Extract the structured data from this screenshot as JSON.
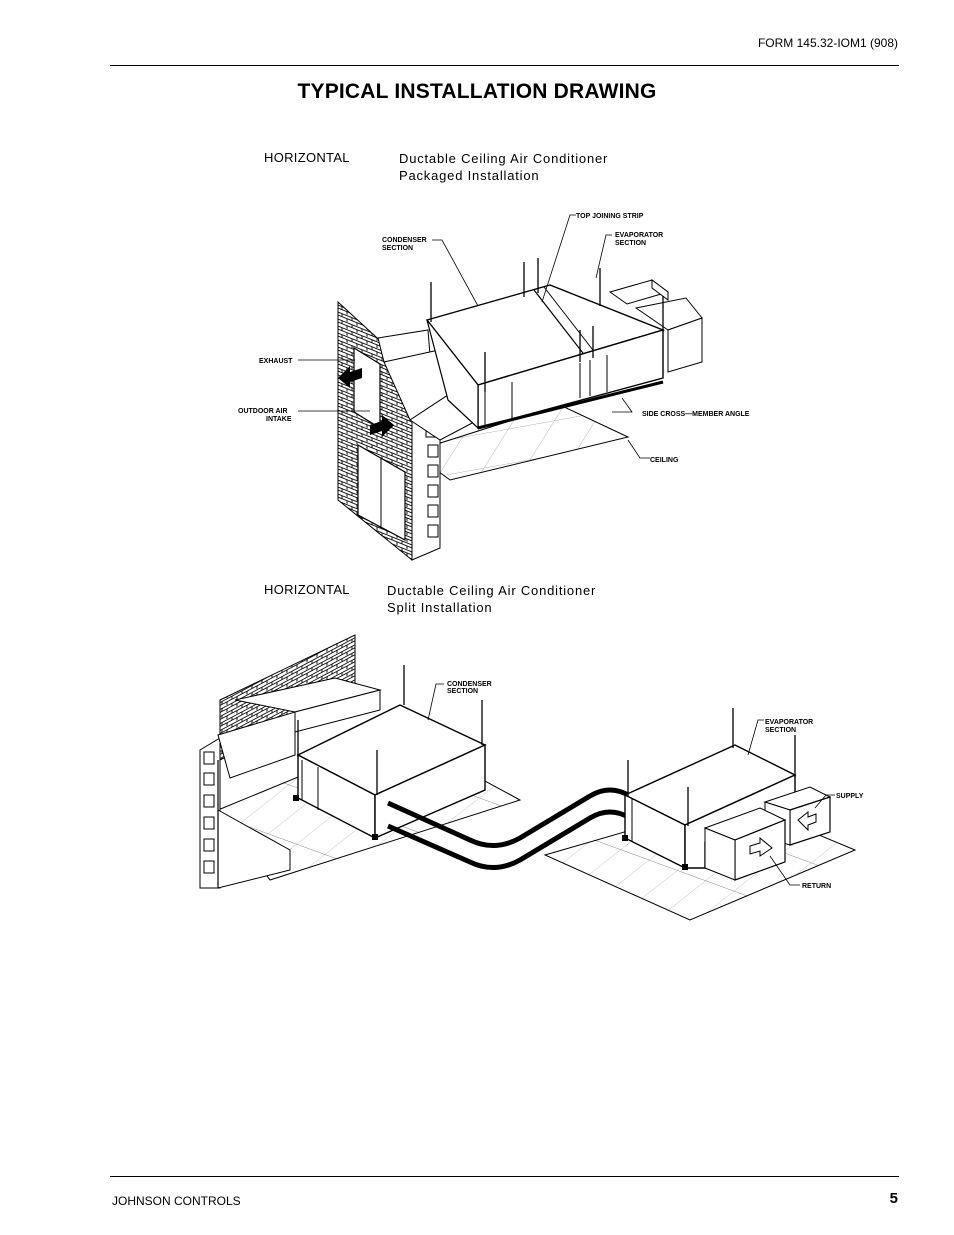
{
  "header": {
    "form_number": "FORM 145.32-IOM1 (908)"
  },
  "title": "TYPICAL INSTALLATION DRAWING",
  "packaged": {
    "orientation": "HORIZONTAL",
    "desc_line1": "Ductable  Ceiling  Air  Conditioner",
    "desc_line2": "Packaged  Installation",
    "labels": {
      "condenser_1": "CONDENSER",
      "condenser_2": "SECTION",
      "top_strip": "TOP  JOINING  STRIP",
      "evaporator_1": "EVAPORATOR",
      "evaporator_2": "SECTION",
      "exhaust": "EXHAUST",
      "outdoor_1": "OUTDOOR  AIR",
      "outdoor_2": "INTAKE",
      "side_angle": "SIDE  CROSS—MEMBER  ANGLE",
      "ceiling": "CEILING"
    }
  },
  "split": {
    "orientation": "HORIZONTAL",
    "desc_line1": "Ductable  Ceiling  Air  Conditioner",
    "desc_line2": "Split  Installation",
    "labels": {
      "condenser_1": "CONDENSER",
      "condenser_2": "SECTION",
      "evaporator_1": "EVAPORATOR",
      "evaporator_2": "SECTION",
      "supply": "SUPPLY",
      "return": "RETURN"
    }
  },
  "footer": {
    "company": "JOHNSON CONTROLS",
    "page_number": "5"
  }
}
